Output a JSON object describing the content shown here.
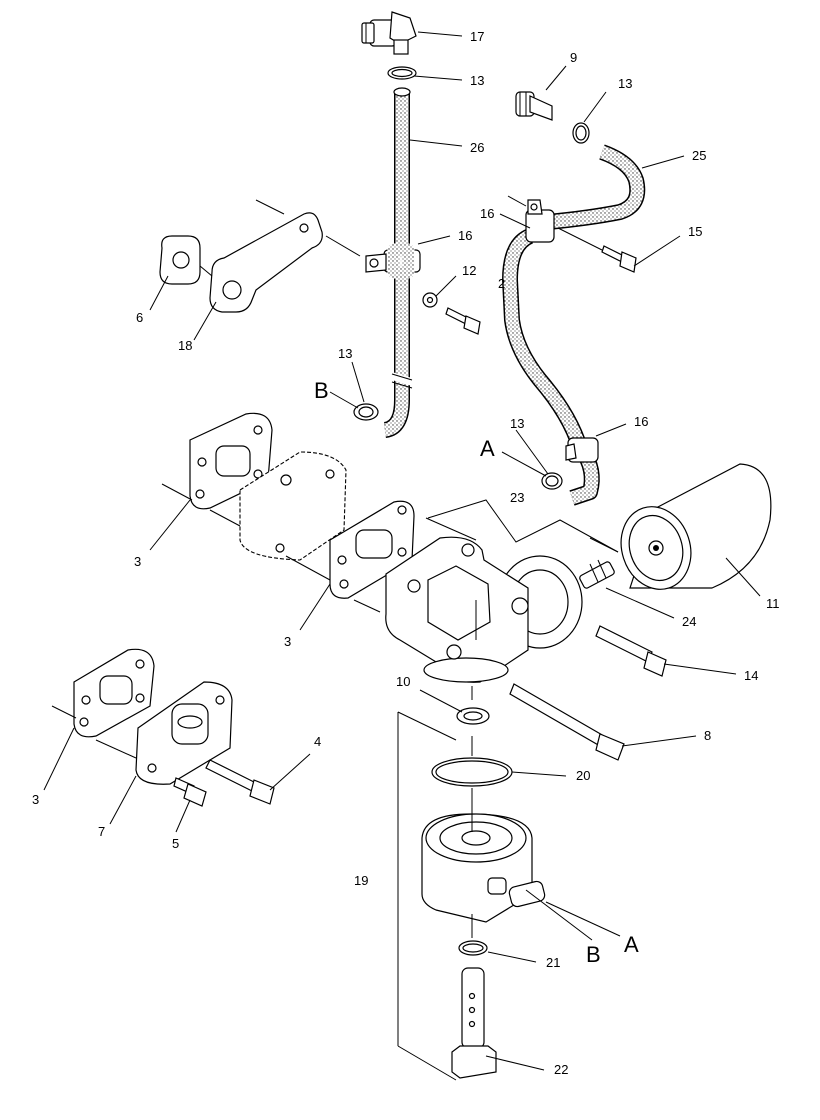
{
  "callouts": {
    "c17": "17",
    "c13a": "13",
    "c26": "26",
    "c9": "9",
    "c13b": "13",
    "c25": "25",
    "c16a": "16",
    "c16b": "16",
    "c15": "15",
    "c12": "12",
    "c2": "2",
    "c6": "6",
    "c18": "18",
    "c13c": "13",
    "c13d": "13",
    "c16c": "16",
    "c23": "23",
    "c3a": "3",
    "c3b": "3",
    "c3c": "3",
    "c24": "24",
    "c11": "11",
    "c14": "14",
    "c10": "10",
    "c8": "8",
    "c4": "4",
    "c20": "20",
    "c7": "7",
    "c5": "5",
    "c19": "19",
    "c21": "21",
    "c22": "22"
  },
  "letters": {
    "a_top": "A",
    "b_top": "B",
    "b_bottom": "B",
    "a_bottom": "A"
  }
}
